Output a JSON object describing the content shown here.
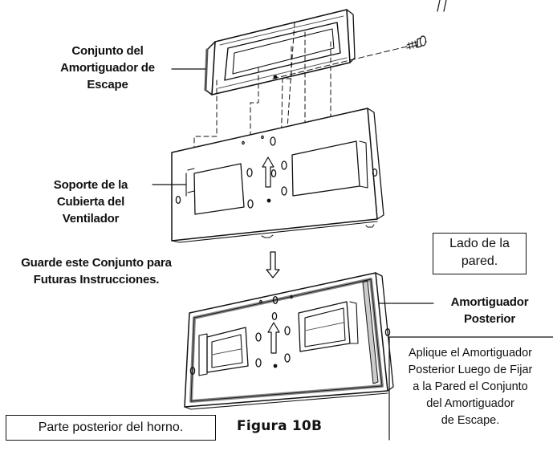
{
  "figure": {
    "caption": "Figura 10B"
  },
  "labels": {
    "exhaust_damper": "Conjunto del\nAmortiguador de\nEscape",
    "fan_cover_bracket": "Soporte de la\nCubierta del\nVentilador",
    "save_assembly": "Guarde este Conjunto para\nFuturas Instrucciones.",
    "rear_damper": "Amortiguador\nPosterior"
  },
  "boxes": {
    "wall_side": "Lado de la\npared.",
    "oven_rear": "Parte posterior del horno."
  },
  "notes": {
    "apply_rear_damper": "Aplique el Amortiguador\nPosterior Luego de Fijar\na la Pared el Conjunto\ndel Amortiguador\nde Escape."
  },
  "icons": {
    "screw": "screw-icon",
    "arrow_up": "up-arrow-icon",
    "arrow_down": "down-arrow-icon"
  },
  "colors": {
    "line": "#111111",
    "gray": "#8c8c8c",
    "background": "#ffffff"
  }
}
